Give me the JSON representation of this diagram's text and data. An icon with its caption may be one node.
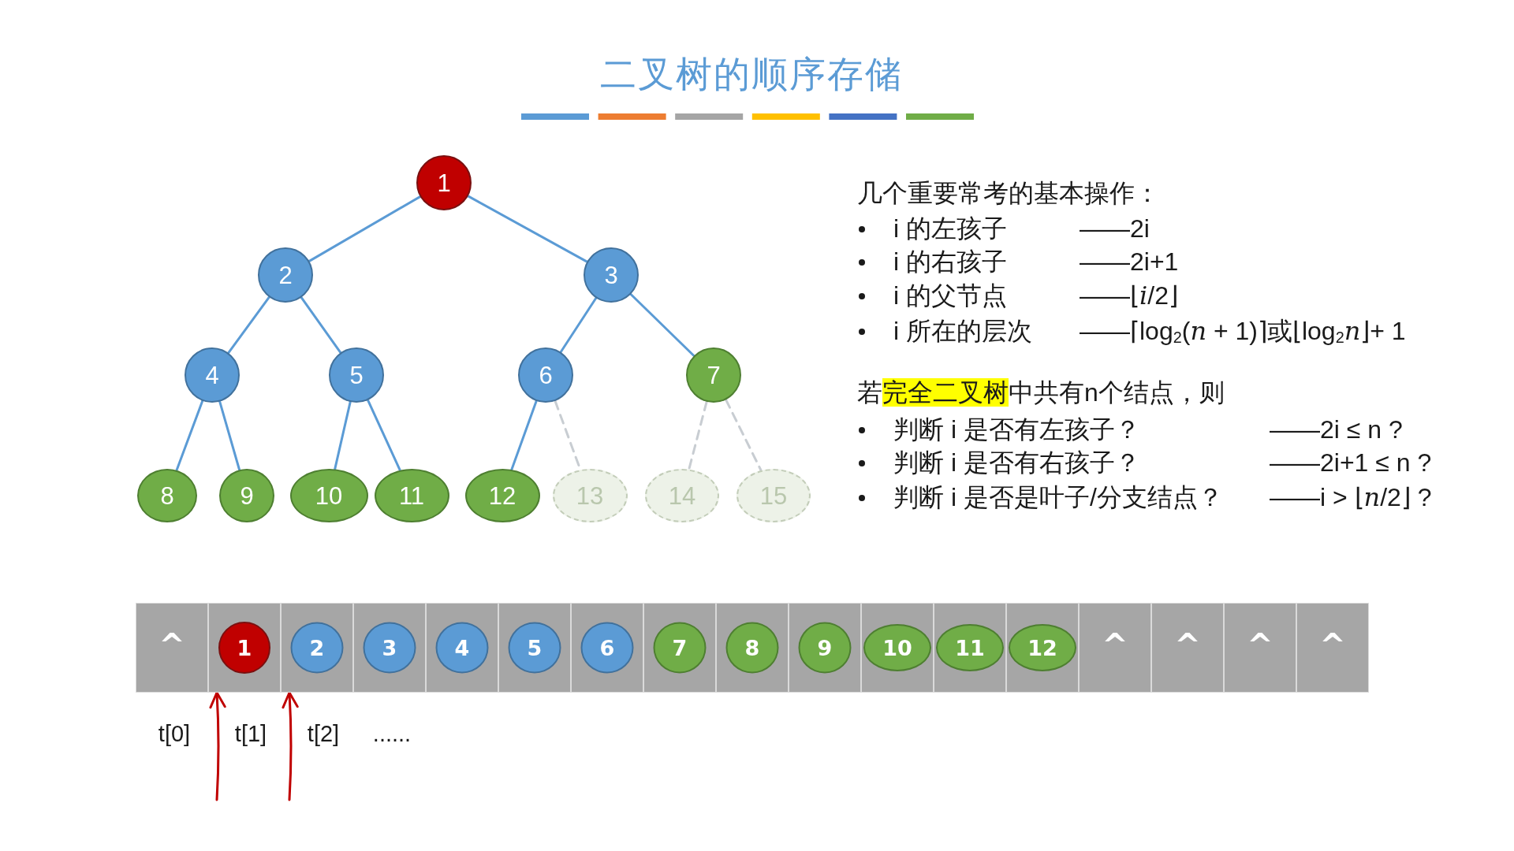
{
  "diagram": {
    "title": "二叉树的顺序存储",
    "nodes": [
      {
        "text": [
          "1"
        ]
      },
      {
        "text": [
          "2"
        ]
      },
      {
        "text": [
          "3"
        ]
      },
      {
        "text": [
          "4"
        ]
      },
      {
        "text": [
          "5"
        ]
      },
      {
        "text": [
          "6"
        ]
      },
      {
        "text": [
          "7"
        ]
      },
      {
        "text": [
          "8"
        ]
      },
      {
        "text": [
          "9"
        ]
      },
      {
        "text": [
          "10"
        ]
      },
      {
        "text": [
          "11"
        ]
      },
      {
        "text": [
          "12"
        ]
      },
      {
        "text": [
          "13"
        ]
      },
      {
        "text": [
          "14"
        ]
      },
      {
        "text": [
          "15"
        ]
      },
      {
        "text": [
          "^"
        ]
      },
      {
        "text": [],
        "shape": "box"
      },
      {
        "text": [
          "1"
        ],
        "in": 16
      },
      {
        "text": [],
        "shape": "box"
      },
      {
        "text": [
          "2"
        ],
        "in": 18
      },
      {
        "text": [],
        "shape": "box"
      },
      {
        "text": [
          "3"
        ],
        "in": 20
      },
      {
        "text": [],
        "shape": "box"
      },
      {
        "text": [
          "4"
        ],
        "in": 22
      },
      {
        "text": [],
        "shape": "box"
      },
      {
        "text": [
          "5"
        ],
        "in": 24
      },
      {
        "text": [],
        "shape": "box"
      },
      {
        "text": [
          "6"
        ],
        "in": 26
      },
      {
        "text": [],
        "shape": "box"
      },
      {
        "text": [
          "7"
        ],
        "in": 28
      },
      {
        "text": [],
        "shape": "box"
      },
      {
        "text": [
          "8"
        ],
        "in": 30
      },
      {
        "text": [],
        "shape": "box"
      },
      {
        "text": [
          "9"
        ],
        "in": 32
      },
      {
        "text": [],
        "shape": "box"
      },
      {
        "text": [
          "10"
        ],
        "in": 34
      },
      {
        "text": [],
        "shape": "box"
      },
      {
        "text": [
          "11"
        ],
        "in": 36
      },
      {
        "text": [],
        "shape": "box"
      },
      {
        "text": [
          "12"
        ],
        "in": 38
      },
      {
        "text": [
          "^"
        ]
      },
      {
        "text": [
          "^"
        ]
      },
      {
        "text": [
          "^"
        ]
      },
      {
        "text": [
          "^"
        ]
      }
    ],
    "edges": [
      {
        "from": 0,
        "to": 1,
        "arrow": "none"
      },
      {
        "from": 0,
        "to": 2,
        "arrow": "none"
      },
      {
        "from": 1,
        "to": 3,
        "arrow": "none"
      },
      {
        "from": 1,
        "to": 4,
        "arrow": "none"
      },
      {
        "from": 2,
        "to": 5,
        "arrow": "none"
      },
      {
        "from": 2,
        "to": 6,
        "arrow": "none"
      },
      {
        "from": 3,
        "to": 7,
        "arrow": "none"
      },
      {
        "from": 3,
        "to": 8,
        "arrow": "none"
      },
      {
        "from": 4,
        "to": 9,
        "arrow": "none"
      },
      {
        "from": 4,
        "to": 10,
        "arrow": "none"
      },
      {
        "from": 5,
        "to": 11,
        "arrow": "none"
      },
      {
        "from": 5,
        "to": 12,
        "arrow": "none",
        "style": "dashed",
        "color": "#c8cdd2"
      },
      {
        "from": 6,
        "to": 13,
        "arrow": "none",
        "style": "dashed",
        "color": "#c8cdd2"
      },
      {
        "from": 6,
        "to": 14,
        "arrow": "none",
        "style": "dashed",
        "color": "#c8cdd2"
      },
      {
        "from": null,
        "to": 16,
        "arrow": "to",
        "color": "#c00000"
      },
      {
        "from": null,
        "to": 18,
        "arrow": "to",
        "color": "#c00000"
      }
    ],
    "labels": [
      "几个重要常考的基本操作：",
      "i 的左孩子",
      "——2i",
      "i 的右孩子",
      "——2i+1",
      "i 的父节点",
      "——⌊*i*/2⌋",
      "i 所在的层次",
      "——⌈log$_{2}$(*n* + 1)⌉或⌊log$_{2}$*n*⌋+ 1",
      "若**完全二叉树**中共有n个结点，则",
      "判断 i 是否有左孩子？",
      "——2i ≤ n ?",
      "判断 i 是否有右孩子？",
      "——2i+1 ≤ n ?",
      "判断 i 是否是叶子/分支结点？",
      "——i > ⌊*n*/2⌋ ?",
      "t[0]",
      "t[1]",
      "t[2]",
      "......"
    ]
  }
}
